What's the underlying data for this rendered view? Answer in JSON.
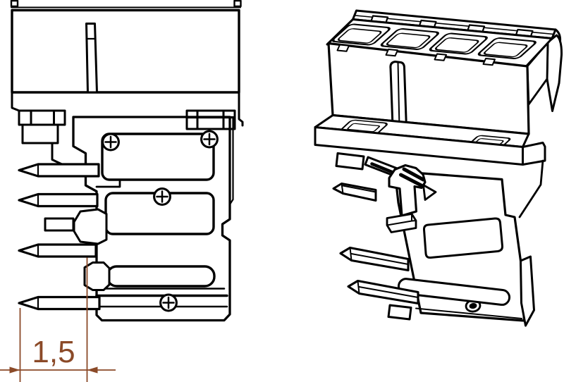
{
  "page": {
    "background_color": "#ffffff",
    "line_color": "#000000",
    "content": "technical line drawing of a 4-position PCB connector header"
  },
  "views": {
    "side": {
      "name": "side-view",
      "pin_count": 4,
      "screw_head_count": 4
    },
    "isometric": {
      "name": "isometric-view",
      "socket_count": 4
    }
  },
  "dimension": {
    "label": "1,5",
    "color": "#8B4A28"
  }
}
